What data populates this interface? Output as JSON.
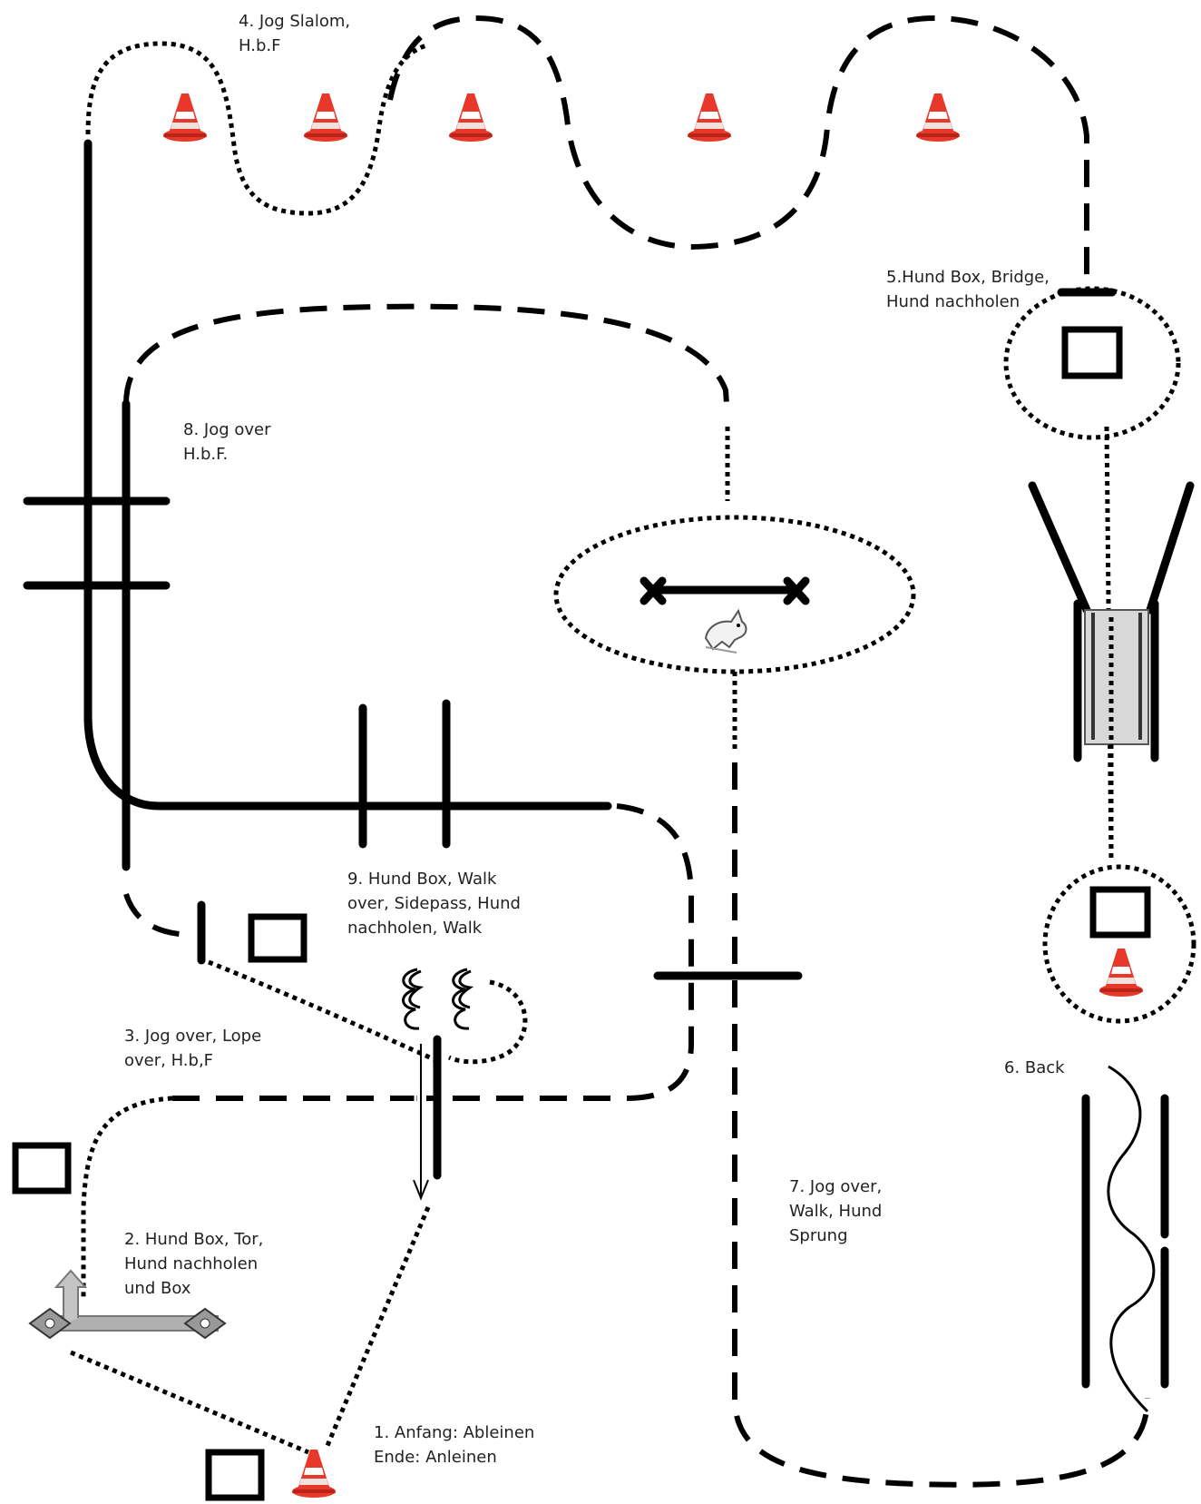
{
  "labels": {
    "l1": [
      "1. Anfang: Ableinen",
      "Ende: Anleinen"
    ],
    "l2": [
      "2. Hund Box, Tor,",
      "Hund nachholen",
      "und Box"
    ],
    "l3": [
      "3. Jog over, Lope",
      "over, H.b,F"
    ],
    "l4": [
      "4. Jog Slalom,",
      "H.b.F"
    ],
    "l5": [
      "5.Hund Box, Bridge,",
      "Hund nachholen"
    ],
    "l6": [
      "6. Back"
    ],
    "l7": [
      "7. Jog over,",
      "Walk, Hund",
      "Sprung"
    ],
    "l8": [
      "8. Jog over",
      "H.b.F."
    ],
    "l9": [
      "9. Hund Box, Walk",
      "over, Sidepass, Hund",
      "nachholen, Walk"
    ]
  },
  "colors": {
    "line": "#000000",
    "cone_orange": "#e8382a",
    "cone_stripe": "#ffffff",
    "bridge_fill": "#d8d8d8",
    "gate_fill": "#b0b0b0"
  },
  "icons": [
    "traffic-cone-icon",
    "dog-icon",
    "gate-icon",
    "dog-box-icon",
    "bridge-icon"
  ]
}
